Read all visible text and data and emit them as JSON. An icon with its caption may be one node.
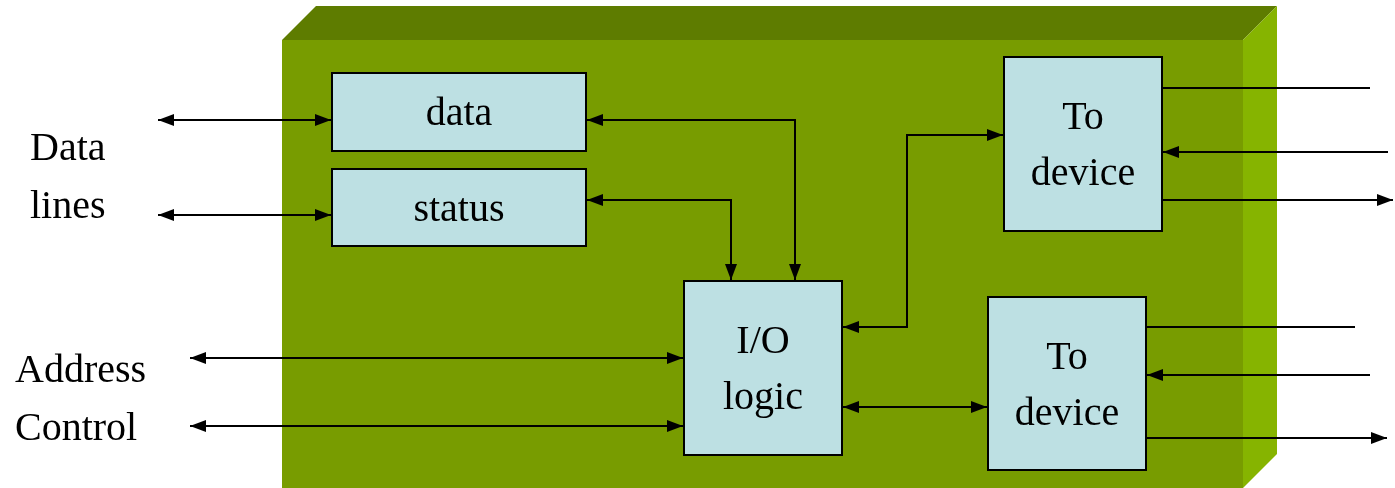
{
  "diagram": {
    "nodes": [
      {
        "text": [],
        "shape": "box"
      },
      {
        "text": [
          "data"
        ],
        "in": 0
      },
      {
        "text": [
          "status"
        ],
        "in": 0
      },
      {
        "text": [
          "I/O logic"
        ],
        "in": 0
      },
      {
        "text": [
          "To device"
        ],
        "in": 0
      },
      {
        "text": [
          "To device"
        ],
        "in": 0
      }
    ],
    "edges": [
      {
        "from": null,
        "to": 1,
        "arrow": "both"
      },
      {
        "from": null,
        "to": 2,
        "arrow": "both"
      },
      {
        "from": 3,
        "to": 1,
        "arrow": "both"
      },
      {
        "from": 3,
        "to": 2,
        "arrow": "both"
      },
      {
        "from": null,
        "to": 3,
        "arrow": "both"
      },
      {
        "from": null,
        "to": 3,
        "arrow": "both"
      },
      {
        "from": 3,
        "to": 4,
        "arrow": "both"
      },
      {
        "from": 3,
        "to": 5,
        "arrow": "both"
      },
      {
        "from": 4,
        "to": null,
        "arrow": "none"
      },
      {
        "from": null,
        "to": 4,
        "arrow": "to"
      },
      {
        "from": 4,
        "to": null,
        "arrow": "to"
      },
      {
        "from": 5,
        "to": null,
        "arrow": "none"
      },
      {
        "from": null,
        "to": 5,
        "arrow": "to"
      },
      {
        "from": 5,
        "to": null,
        "arrow": "to"
      }
    ],
    "labels": [
      "Data lines",
      "Address",
      "Control"
    ]
  }
}
